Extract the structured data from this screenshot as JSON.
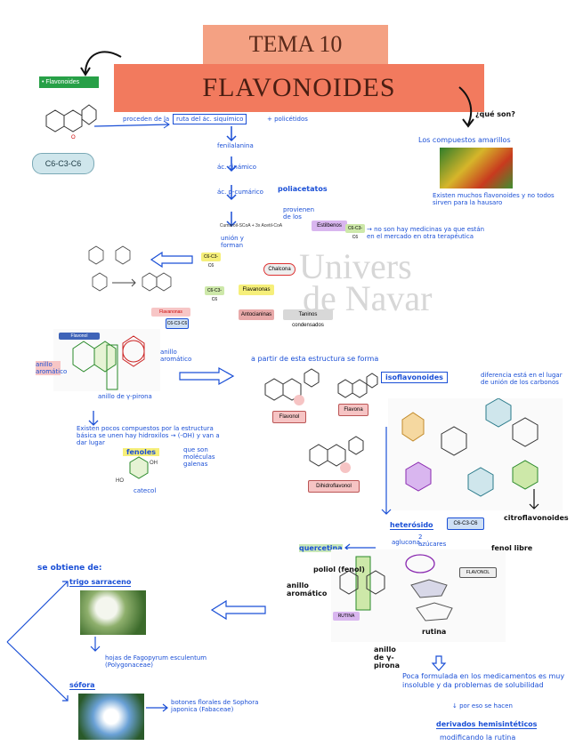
{
  "title_line1": "TEMA 10",
  "title_line2": "FLAVONOIDES",
  "flavonoides_tag": "• Flavonoides",
  "formula": "C6-C3-C6",
  "notes": {
    "proceden": "proceden de la",
    "ruta": "ruta del ác. siquímico",
    "policetidos": "+ policétidos",
    "fenilalanina": "fenilalanina",
    "cinamico": "ác. cinámico",
    "cumarico": "ác. p-cumárico",
    "poliacetatos": "poliacetatos",
    "provienen": "provienen de los",
    "unión": "unión y forman",
    "que_son": "¿qué son?",
    "compuestos": "Los compuestos amarillos",
    "existen": "Existen muchos flavonoides y no todos sirven para la hausaro",
    "noson": "→ no son hay medicinas ya que están en el mercado en otra terapéutica",
    "partir": "a partir de esta estructura se forma",
    "isoflavonoides": "isoflavonoides",
    "diferencia": "diferencia está en el lugar de unión de los carbonos",
    "existen2": "Existen pocos compuestos por la estructura básica se unen hay hidroxilos → (-OH) y van a dar lugar",
    "fenoles": "fenoles",
    "moleculas": "que son moléculas galenas",
    "catecol": "catecol",
    "heterosido": "heterósido",
    "aglucona": "aglucona",
    "azucares": "2 azúcares",
    "quercetina": "quercetina",
    "rutina": "rutina",
    "poliol": "poliol (fenol)",
    "anillo": "anillo aromático",
    "anillo_gamma": "anillo de γ-pirona",
    "se_obtiene": "se obtiene de:",
    "trigo": "trigo sarraceno",
    "hojas": "hojas de Fagopyrum esculentum (Polygonaceae)",
    "sofora": "sófora",
    "botones": "botones florales de Sophora japonica (Fabaceae)",
    "poca": "Poca formulada en los medicamentos es muy insoluble y da problemas de solubilidad",
    "por_eso": "↓ por eso se hacen",
    "derivados": "derivados hemisintéticos",
    "modificando": "modificando la rutina",
    "citroflavonoides": "citroflavonoides",
    "fenol_fenol": "fenol libre"
  },
  "labels": {
    "flavonol": "Flavonol",
    "flavona": "Flavona",
    "dihidroflavonol": "Dihidroflavonol",
    "chalcona": "Chalcona",
    "flavanonas": "Flavanonas",
    "antocianinas": "Antocianinas",
    "taninos": "Taninos condensados",
    "estilbenos": "Estilbenos",
    "cumaroil": "Cumaroil-SCoA + 3x Acetil-CoA",
    "flavonol2": "FLAVONOL",
    "rutina_label": "RUTINA"
  },
  "watermark": [
    "Univers",
    "de Navar"
  ],
  "colors": {
    "title_bg1": "#f4a183",
    "title_bg2": "#f27a5e",
    "tag_green": "#27a047",
    "ink_blue": "#1a4fd6"
  }
}
